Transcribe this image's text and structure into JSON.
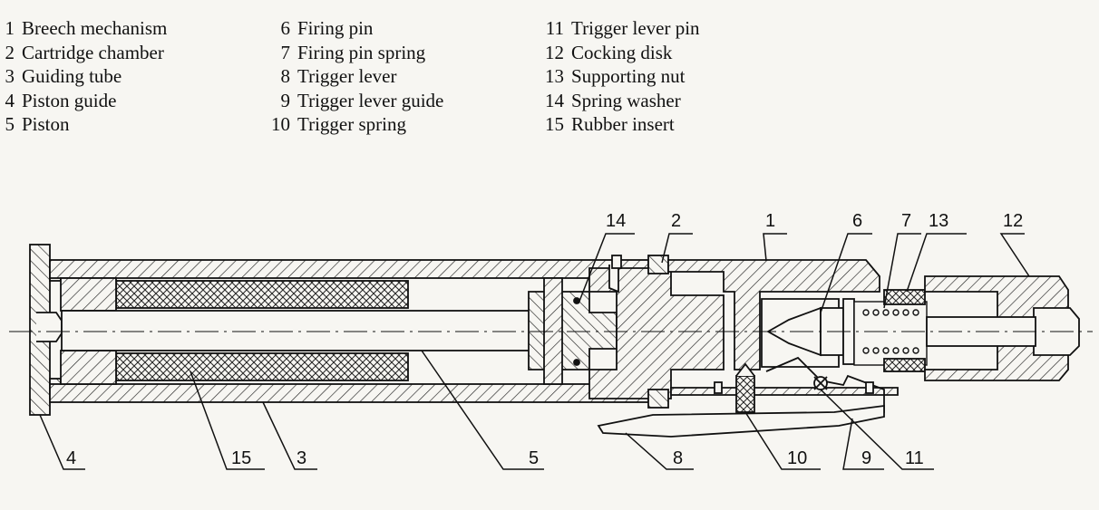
{
  "legend": {
    "columns": [
      [
        {
          "num": "1",
          "label": "Breech mechanism"
        },
        {
          "num": "2",
          "label": "Cartridge chamber"
        },
        {
          "num": "3",
          "label": "Guiding tube"
        },
        {
          "num": "4",
          "label": "Piston guide"
        },
        {
          "num": "5",
          "label": "Piston"
        }
      ],
      [
        {
          "num": "6",
          "label": "Firing pin"
        },
        {
          "num": "7",
          "label": "Firing pin spring"
        },
        {
          "num": "8",
          "label": "Trigger lever"
        },
        {
          "num": "9",
          "label": "Trigger lever guide"
        },
        {
          "num": "10",
          "label": "Trigger spring"
        }
      ],
      [
        {
          "num": "11",
          "label": "Trigger lever pin"
        },
        {
          "num": "12",
          "label": "Cocking disk"
        },
        {
          "num": "13",
          "label": "Supporting nut"
        },
        {
          "num": "14",
          "label": "Spring washer"
        },
        {
          "num": "15",
          "label": "Rubber insert"
        }
      ]
    ]
  },
  "callouts": {
    "top": [
      "14",
      "2",
      "1",
      "6",
      "7",
      "13",
      "12"
    ],
    "bottom": [
      "4",
      "15",
      "3",
      "5",
      "8",
      "10",
      "9",
      "11"
    ]
  },
  "colors": {
    "ink": "#111111",
    "paper": "#f7f6f2"
  }
}
